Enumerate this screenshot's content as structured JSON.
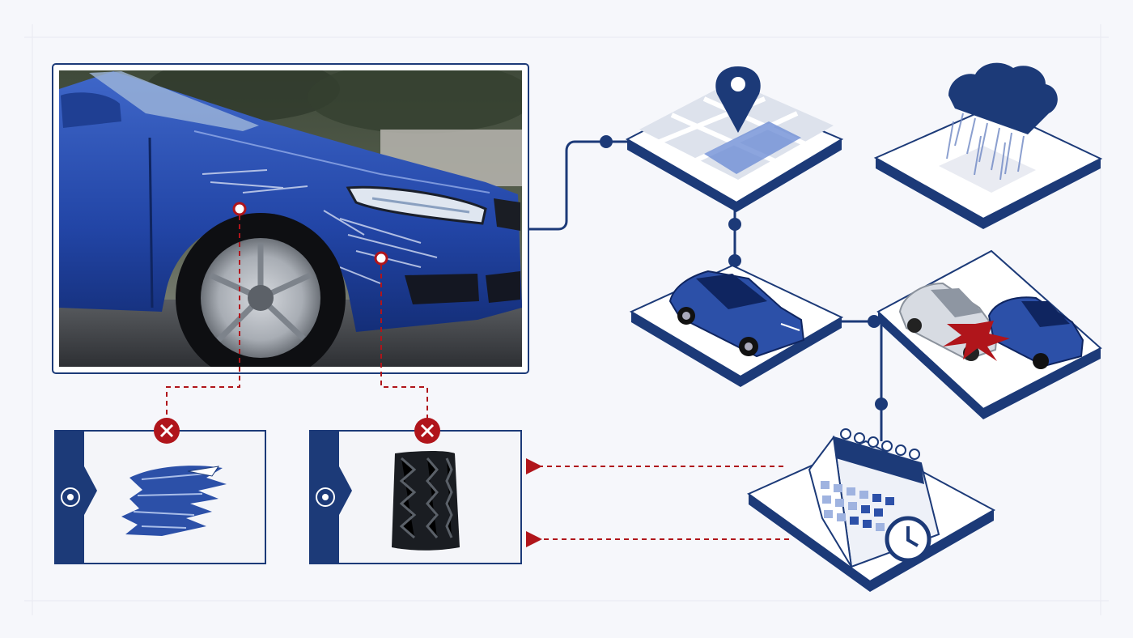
{
  "colors": {
    "navy": "#1c3a78",
    "car_blue": "#2c50a8",
    "damage_red": "#b0151b",
    "tile_face": "#f4f5f9",
    "background": "#f6f7fb"
  },
  "nodes": [
    {
      "id": "vehicle-photo",
      "icon": "damaged-car-photo"
    },
    {
      "id": "location",
      "icon": "map-pin-icon"
    },
    {
      "id": "weather",
      "icon": "rain-cloud-icon"
    },
    {
      "id": "vehicle",
      "icon": "sedan-icon"
    },
    {
      "id": "collision",
      "icon": "collision-icon"
    },
    {
      "id": "date-time",
      "icon": "calendar-clock-icon"
    },
    {
      "id": "paint-damage",
      "icon": "paint-scratch-icon",
      "status": "rejected"
    },
    {
      "id": "tire-damage",
      "icon": "tire-icon",
      "status": "rejected"
    }
  ]
}
